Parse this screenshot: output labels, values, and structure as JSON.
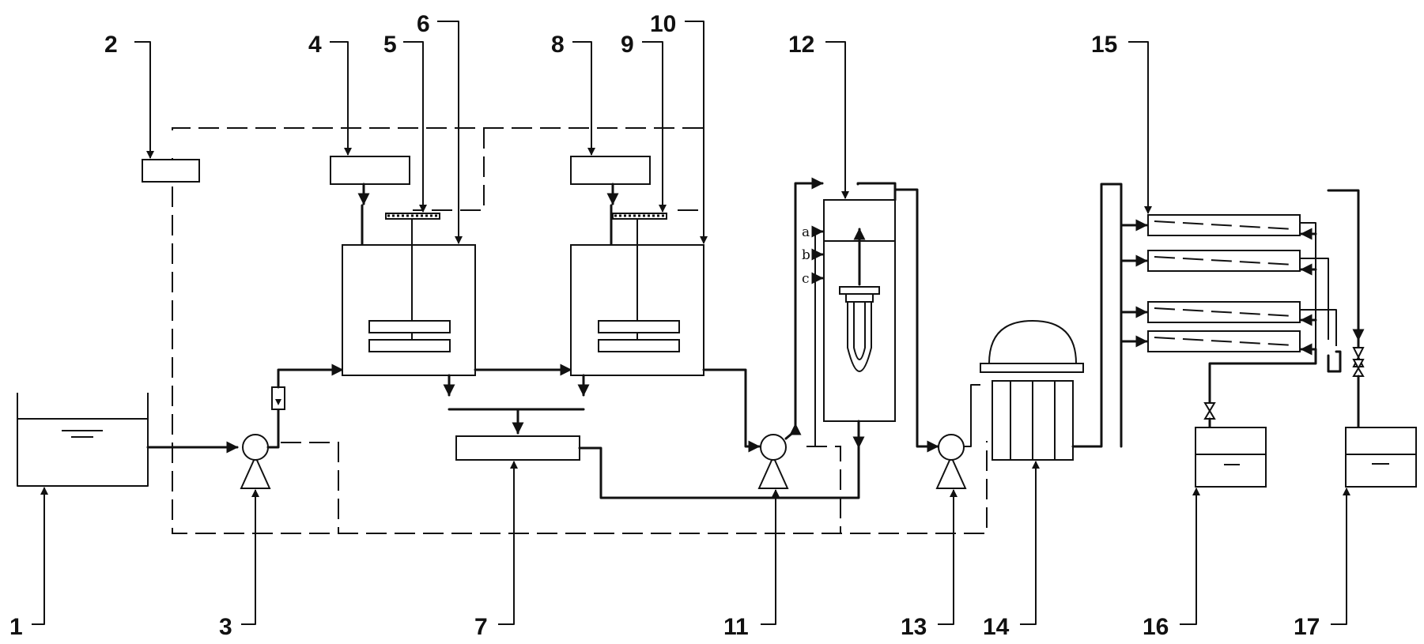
{
  "labels": {
    "n1": "1",
    "n2": "2",
    "n3": "3",
    "n4": "4",
    "n5": "5",
    "n6": "6",
    "n7": "7",
    "n8": "8",
    "n9": "9",
    "n10": "10",
    "n11": "11",
    "n12": "12",
    "n13": "13",
    "n14": "14",
    "n15": "15",
    "n16": "16",
    "n17": "17"
  },
  "ports": {
    "a": "a",
    "b": "b",
    "c": "c"
  }
}
